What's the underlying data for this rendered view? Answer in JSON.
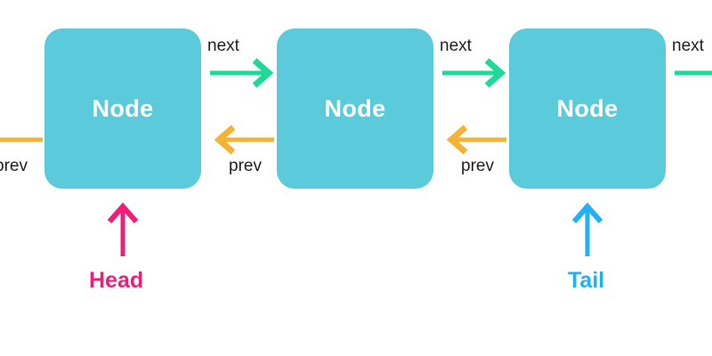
{
  "diagram": {
    "type": "doubly-linked-list",
    "nodes": [
      {
        "id": "node-1",
        "label": "Node",
        "role": "head"
      },
      {
        "id": "node-2",
        "label": "Node",
        "role": "middle"
      },
      {
        "id": "node-3",
        "label": "Node",
        "role": "tail"
      }
    ],
    "links": {
      "next_label": "next",
      "prev_label": "prev",
      "next_labels": [
        "next",
        "next",
        "next"
      ],
      "prev_labels": [
        "prev",
        "prev",
        "prev"
      ]
    },
    "pointers": [
      {
        "name": "head",
        "label": "Head",
        "color": "#f01e78",
        "target": "node-1"
      },
      {
        "name": "tail",
        "label": "Tail",
        "color": "#20b2f5",
        "target": "node-3"
      }
    ],
    "colors": {
      "node_fill": "#5bcbdc",
      "node_text": "#ffffff",
      "next_arrow": "#1ed998",
      "prev_arrow": "#f5b335",
      "edge_label_text": "#231f20",
      "head_pointer": "#f01e78",
      "tail_pointer": "#20b2f5",
      "background": "#ffffff"
    }
  }
}
